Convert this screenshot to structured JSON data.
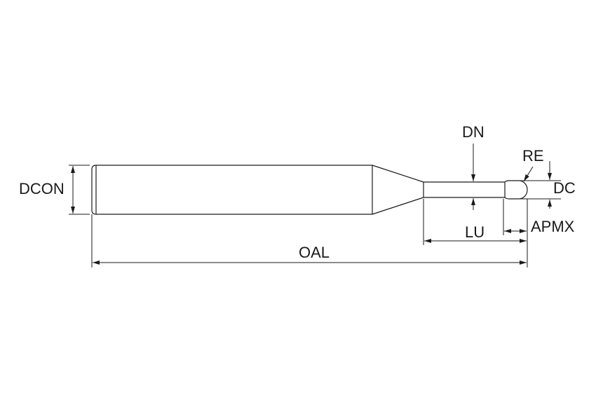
{
  "labels": {
    "dcon": "DCON",
    "dn": "DN",
    "re": "RE",
    "dc": "DC",
    "lu": "LU",
    "apmx": "APMX",
    "oal": "OAL"
  },
  "colors": {
    "line": "#1a1a1a",
    "background": "#ffffff"
  }
}
